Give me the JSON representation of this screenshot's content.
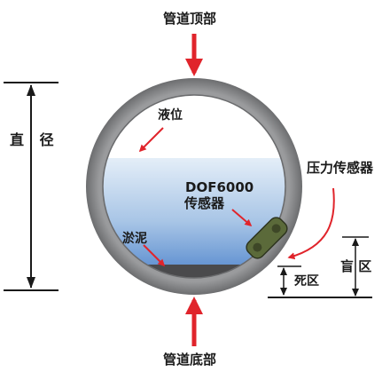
{
  "labels": {
    "pipe_top": "管道顶部",
    "pipe_bottom": "管道底部",
    "diameter": "直 径",
    "liquid_level": "液位",
    "sensor_product_line1": "DOF6000",
    "sensor_product_line2": "传感器",
    "pressure_sensor": "压力传感器",
    "sludge": "淤泥",
    "dead_zone": "死区",
    "blind_zone": "盲 区"
  },
  "colors": {
    "arrow_red": "#e0242b",
    "pipe_wall": "#8a8b8d",
    "pipe_wall_dark": "#5e5f61",
    "water_top": "#dce9f6",
    "water_bottom": "#5c8ecf",
    "sludge": "#4a4a4c",
    "line": "#1a1a1a",
    "sensor_body": "#5b6a3a"
  }
}
